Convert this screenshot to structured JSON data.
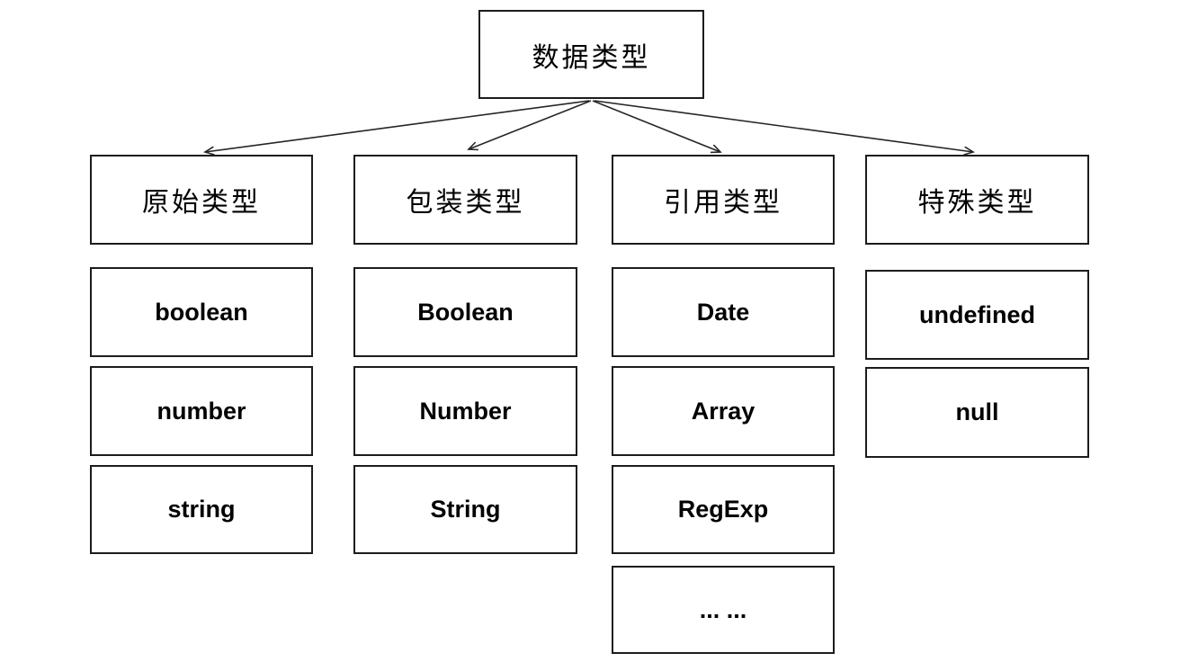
{
  "diagram": {
    "title": "数据类型",
    "root": "数据类型",
    "columns": [
      {
        "header": "原始类型",
        "items": [
          "boolean",
          "number",
          "string"
        ]
      },
      {
        "header": "包装类型",
        "items": [
          "Boolean",
          "Number",
          "String"
        ]
      },
      {
        "header": "引用类型",
        "items": [
          "Date",
          "Array",
          "RegExp",
          "... ..."
        ]
      },
      {
        "header": "特殊类型",
        "items": [
          "undefined",
          "null"
        ]
      }
    ],
    "colors": {
      "border": "#1c1c1c",
      "background": "#ffffff",
      "text": "#000000",
      "arrow": "#262626"
    }
  }
}
